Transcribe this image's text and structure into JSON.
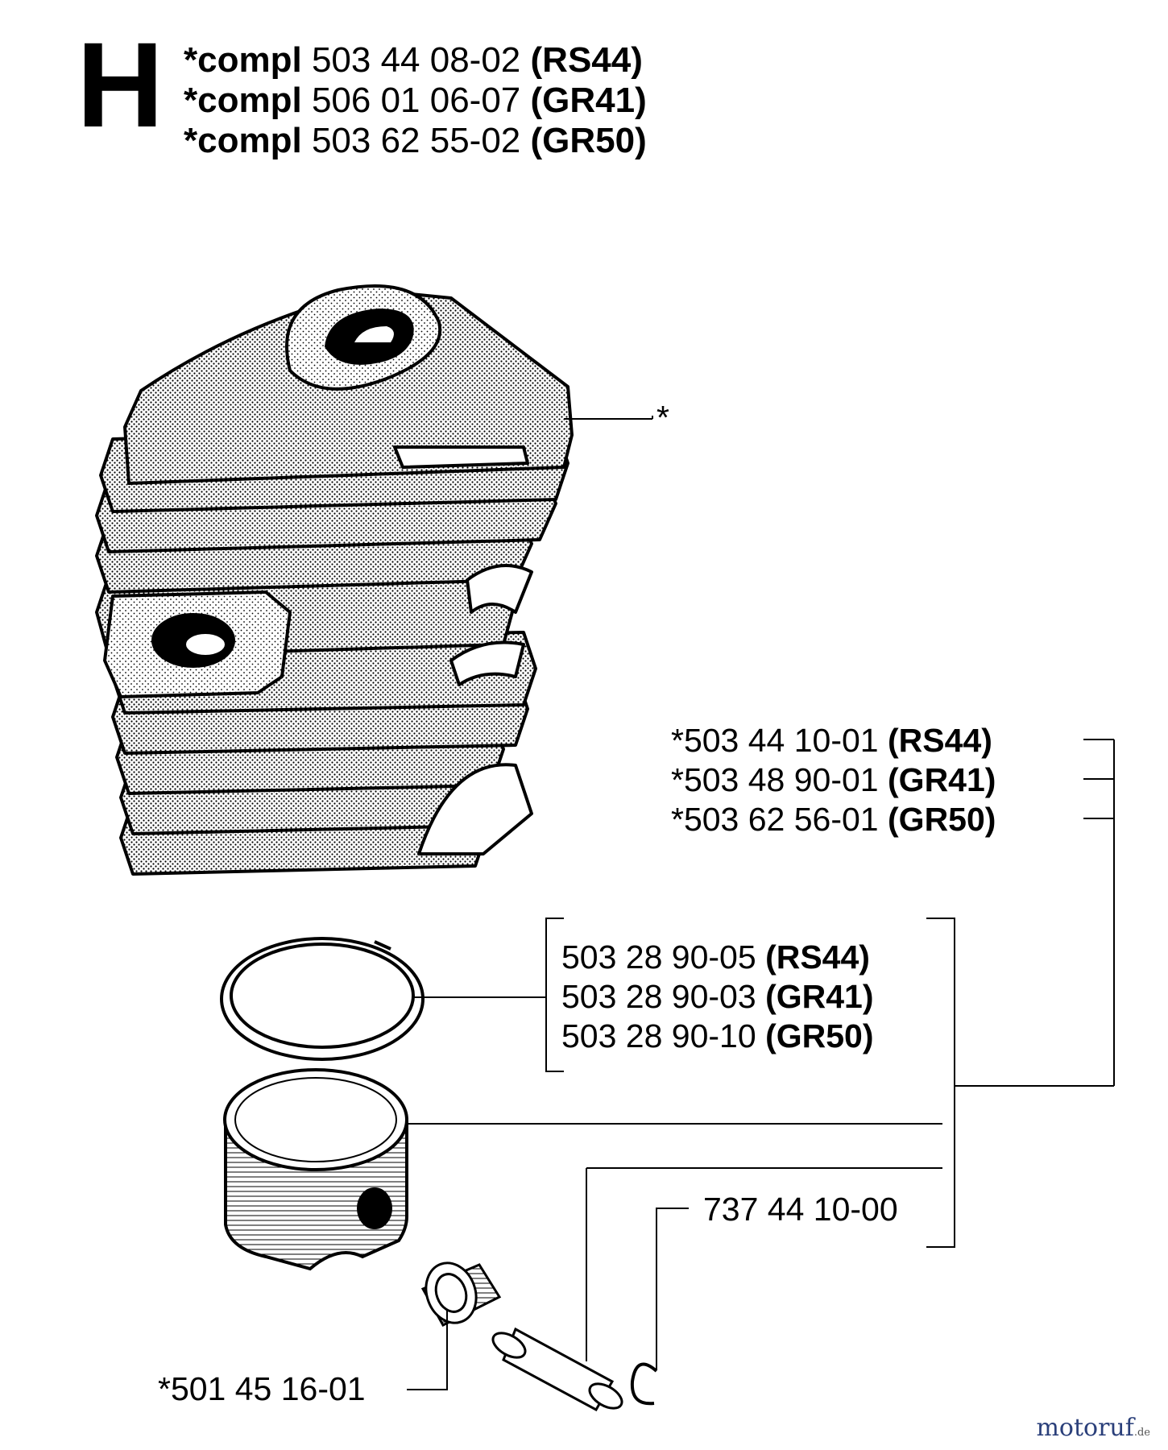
{
  "section": {
    "letter": "H"
  },
  "header": {
    "lines": [
      {
        "prefix": "*compl",
        "number": "503 44 08-02",
        "model": "(RS44)"
      },
      {
        "prefix": "*compl",
        "number": "506 01 06-07",
        "model": "(GR41)"
      },
      {
        "prefix": "*compl",
        "number": "503 62 55-02",
        "model": "(GR50)"
      }
    ]
  },
  "callouts": {
    "cylinder_mark": "*",
    "piston_kit": [
      {
        "number": "*503 44 10-01",
        "model": "(RS44)"
      },
      {
        "number": "*503 48 90-01",
        "model": "(GR41)"
      },
      {
        "number": "*503 62 56-01",
        "model": "(GR50)"
      }
    ],
    "piston_ring": [
      {
        "number": "503 28 90-05",
        "model": "(RS44)"
      },
      {
        "number": "503 28 90-03",
        "model": "(GR41)"
      },
      {
        "number": "503 28 90-10",
        "model": "(GR50)"
      }
    ],
    "circlip": "737 44 10-00",
    "needle_bearing": "*501 45 16-01"
  },
  "watermark": {
    "name": "motoruf",
    "tld": ".de"
  }
}
